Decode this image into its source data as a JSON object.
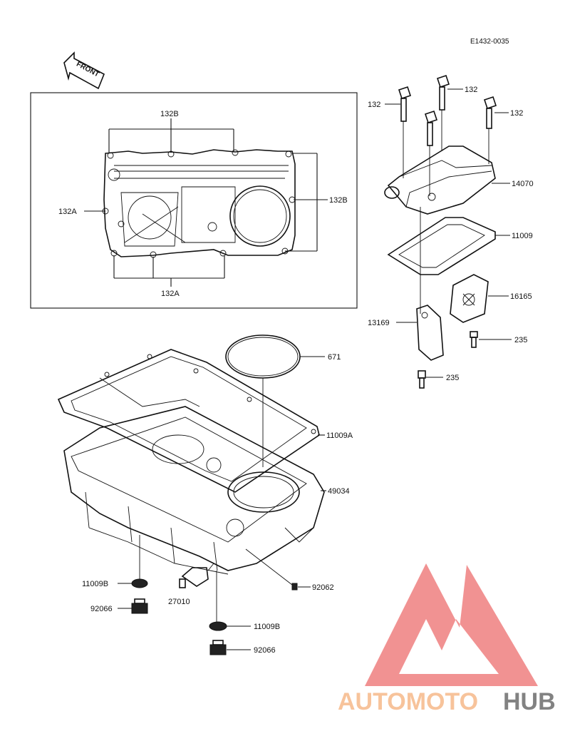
{
  "diagram_code": "E1432-0035",
  "front_label": "FRONT",
  "callouts": {
    "c132_a": "132",
    "c132_b": "132",
    "c132_c": "132",
    "c132B_top": "132B",
    "c132B_right": "132B",
    "c132A_left": "132A",
    "c132A_bottom": "132A",
    "c14070": "14070",
    "c11009": "11009",
    "c16165": "16165",
    "c13169": "13169",
    "c235_a": "235",
    "c235_b": "235",
    "c671": "671",
    "c11009A": "11009A",
    "c49034": "49034",
    "c11009B_left": "11009B",
    "c92066_left": "92066",
    "c27010": "27010",
    "c92062": "92062",
    "c11009B_bottom": "11009B",
    "c92066_bottom": "92066"
  },
  "watermark": {
    "part1": "AUTOMOTO",
    "part2": "HUB",
    "color1": "#f6b98a",
    "color2": "#6d6d6d",
    "triangle_color": "#ef7f7f"
  }
}
